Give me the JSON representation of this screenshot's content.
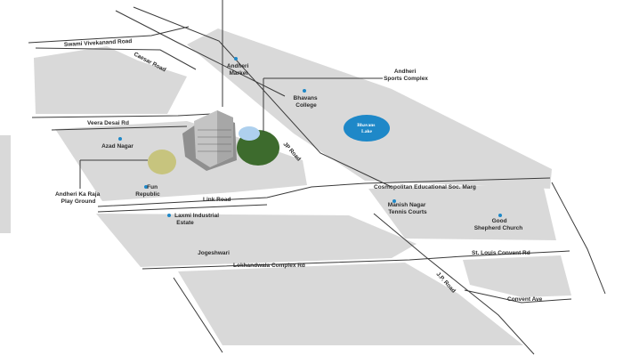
{
  "map": {
    "colors": {
      "block": "#d9d9d9",
      "road_line": "#3a3a3a",
      "marker": "#1e88c8",
      "lake": "#1e88c8",
      "playground": "#c7c47e",
      "sports_complex": "#3d6b2d"
    },
    "roads": {
      "swami_vivekanand": "Swami Vivekanand Road",
      "caesar": "Caesar Road",
      "veera_desai": "Veera Desai Rd",
      "jp_road_upper": "JP Road",
      "jp_road_lower": "J.P. Road",
      "link_road": "Link Road",
      "cosmopolitan": "Cosmopolitan Educational Soc. Marg",
      "st_louis": "St. Louis Convent Rd",
      "convent_ave": "Convent Ave",
      "lokhandwala": "Lokhandwala Complex Rd"
    },
    "places": {
      "andheri_market": [
        "Andheri",
        "Market"
      ],
      "andheri_sports": [
        "Andheri",
        "Sports Complex"
      ],
      "bhavans_college": [
        "Bhavans",
        "College"
      ],
      "bhavans_lake": [
        "Bhavans",
        "Lake"
      ],
      "azad_nagar": "Azad Nagar",
      "andheri_raja": [
        "Andheri Ka Raja",
        "Play Ground"
      ],
      "fun_republic": [
        "Fun",
        "Republic"
      ],
      "laxmi_industrial": [
        "Laxmi Industrial",
        "Estate"
      ],
      "jogeshwari": "Jogeshwari",
      "manish_nagar": [
        "Manish Nagar",
        "Tennis Courts"
      ],
      "good_shepherd": [
        "Good",
        "Shepherd Church"
      ]
    },
    "icons": [
      "location-dot-icon",
      "building-icon"
    ]
  }
}
